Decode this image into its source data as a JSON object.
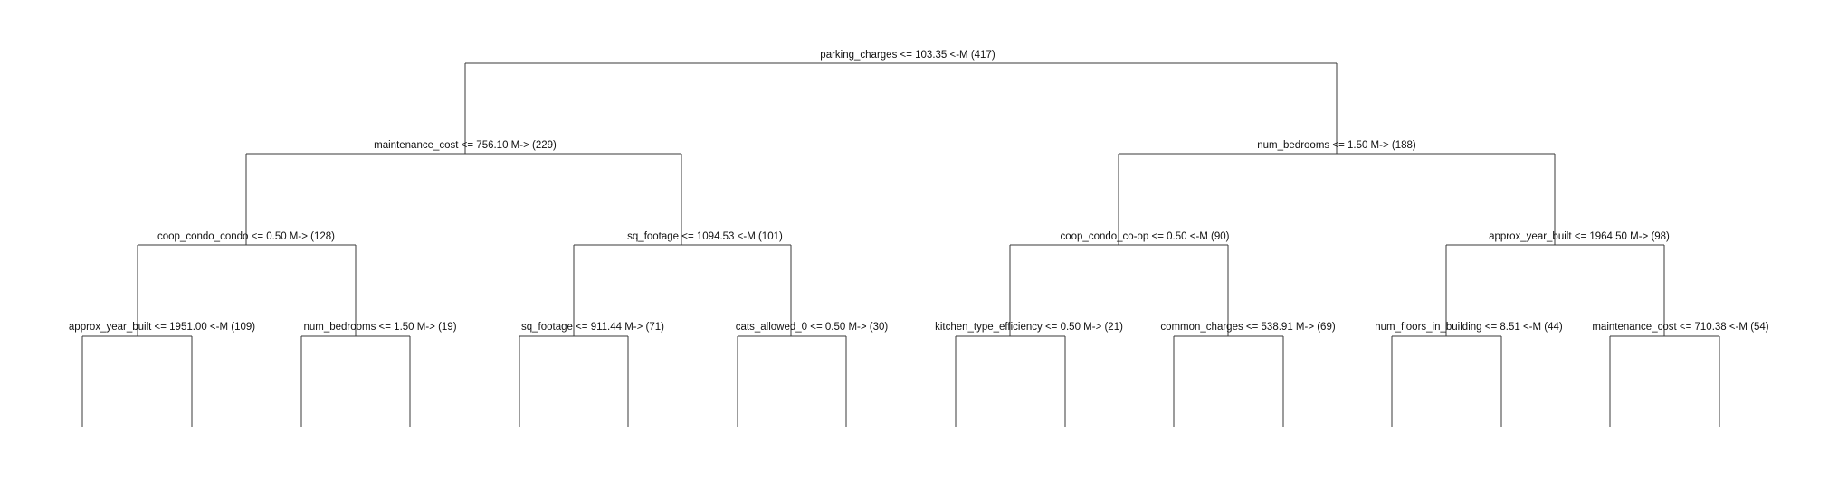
{
  "tree": {
    "nodes": [
      {
        "id": "root",
        "label": "parking_charges <= 103.35 <-M (417)"
      },
      {
        "id": "L",
        "label": "maintenance_cost <= 756.10 M-> (229)"
      },
      {
        "id": "R",
        "label": "num_bedrooms <= 1.50 M-> (188)"
      },
      {
        "id": "LL",
        "label": "coop_condo_condo <= 0.50 M-> (128)"
      },
      {
        "id": "LR",
        "label": "sq_footage <= 1094.53 <-M (101)"
      },
      {
        "id": "RL",
        "label": "coop_condo_co-op <= 0.50 <-M (90)"
      },
      {
        "id": "RR",
        "label": "approx_year_built <= 1964.50 M-> (98)"
      },
      {
        "id": "LLL",
        "label": "approx_year_built <= 1951.00 <-M (109)"
      },
      {
        "id": "LLR",
        "label": "num_bedrooms <= 1.50 M-> (19)"
      },
      {
        "id": "LRL",
        "label": "sq_footage <= 911.44 M-> (71)"
      },
      {
        "id": "LRR",
        "label": "cats_allowed_0 <= 0.50 M-> (30)"
      },
      {
        "id": "RLL",
        "label": "kitchen_type_efficiency <= 0.50 M-> (21)"
      },
      {
        "id": "RLR",
        "label": "common_charges <= 538.91 M-> (69)"
      },
      {
        "id": "RRL",
        "label": "num_floors_in_building <= 8.51 <-M (44)"
      },
      {
        "id": "RRR",
        "label": "maintenance_cost <= 710.38 <-M (54)"
      }
    ]
  }
}
